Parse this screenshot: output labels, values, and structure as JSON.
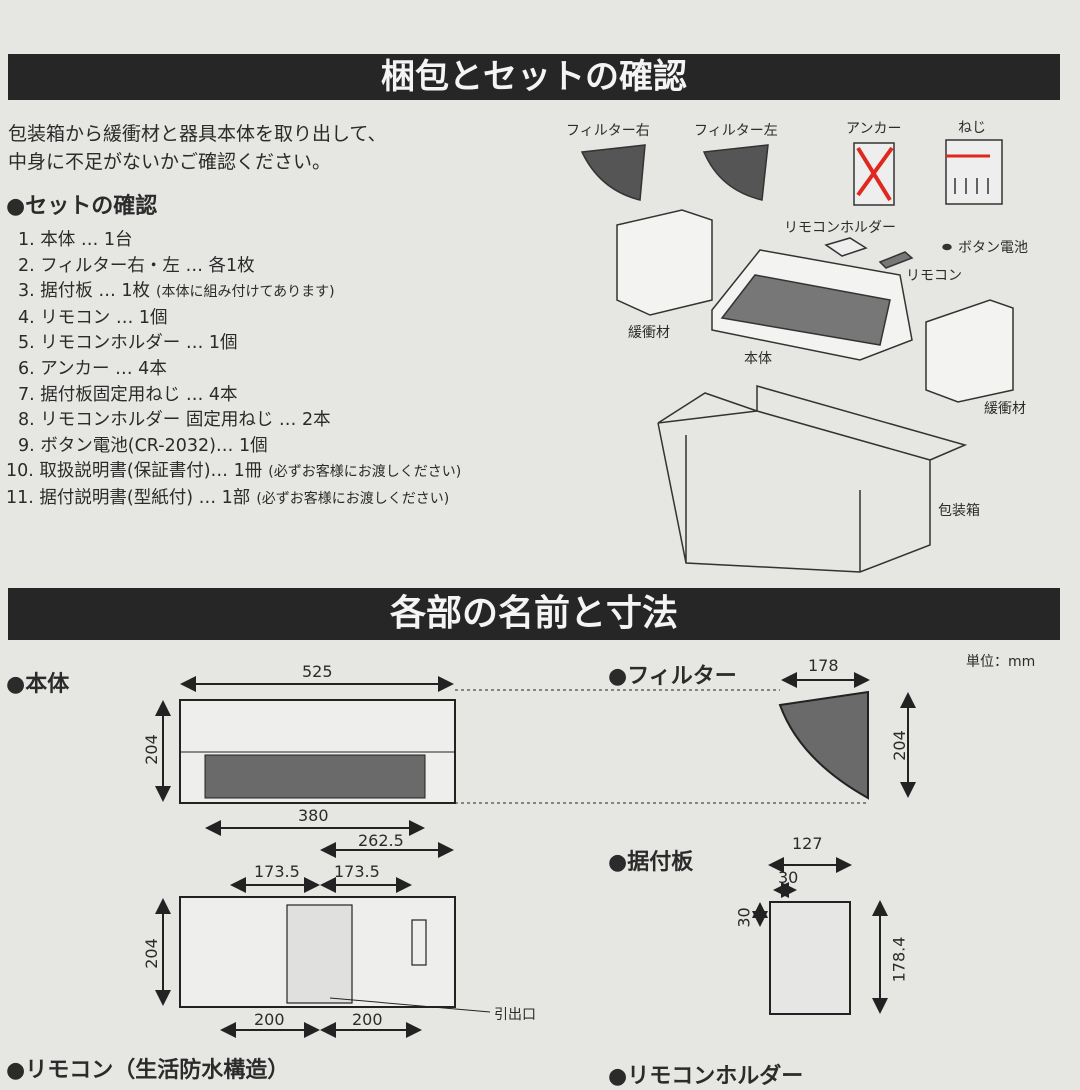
{
  "section1": {
    "title": "梱包とセットの確認",
    "intro": [
      "包装箱から緩衝材と器具本体を取り出して、",
      "中身に不足がないかご確認ください。"
    ],
    "subheading": "●セットの確認",
    "items": [
      {
        "text": "1. 本体 … 1台",
        "note": ""
      },
      {
        "text": "2. フィルター右・左 … 各1枚",
        "note": ""
      },
      {
        "text": "3. 据付板 … 1枚",
        "note": "(本体に組み付けてあります)"
      },
      {
        "text": "4. リモコン … 1個",
        "note": ""
      },
      {
        "text": "5. リモコンホルダー … 1個",
        "note": ""
      },
      {
        "text": "6. アンカー … 4本",
        "note": ""
      },
      {
        "text": "7. 据付板固定用ねじ … 4本",
        "note": ""
      },
      {
        "text": "8. リモコンホルダー 固定用ねじ … 2本",
        "note": ""
      },
      {
        "text": "9. ボタン電池(CR-2032)… 1個",
        "note": ""
      },
      {
        "text": "10. 取扱説明書(保証書付)… 1冊",
        "note": "(必ずお客様にお渡しください)"
      },
      {
        "text": "11. 据付説明書(型紙付) … 1部",
        "note": "(必ずお客様にお渡しください)"
      }
    ],
    "illustration_labels": {
      "filter_right": "フィルター右",
      "filter_left": "フィルター左",
      "anchor": "アンカー",
      "screw": "ねじ",
      "remote_holder": "リモコンホルダー",
      "button_battery": "ボタン電池",
      "remote": "リモコン",
      "cushion_left": "緩衝材",
      "body": "本体",
      "cushion_right": "緩衝材",
      "box": "包装箱"
    },
    "annotation_color": "#e0281e"
  },
  "section2": {
    "title": "各部の名前と寸法",
    "unit": "単位：mm",
    "body": {
      "heading": "●本体",
      "dims": {
        "width": "525",
        "height": "204",
        "grille": "380",
        "right_offset": "262.5",
        "left_half": "173.5",
        "right_half": "173.5",
        "back_height": "204",
        "bottom_left": "200",
        "bottom_right": "200"
      },
      "outlet_label": "引出口"
    },
    "filter": {
      "heading": "●フィルター",
      "dims": {
        "width": "178",
        "height": "204"
      }
    },
    "plate": {
      "heading": "●据付板",
      "dims": {
        "width": "127",
        "inner_width": "30",
        "inner_height": "30",
        "height": "178.4"
      }
    },
    "remote_heading": "●リモコン（生活防水構造）",
    "holder_heading": "●リモコンホルダー"
  }
}
